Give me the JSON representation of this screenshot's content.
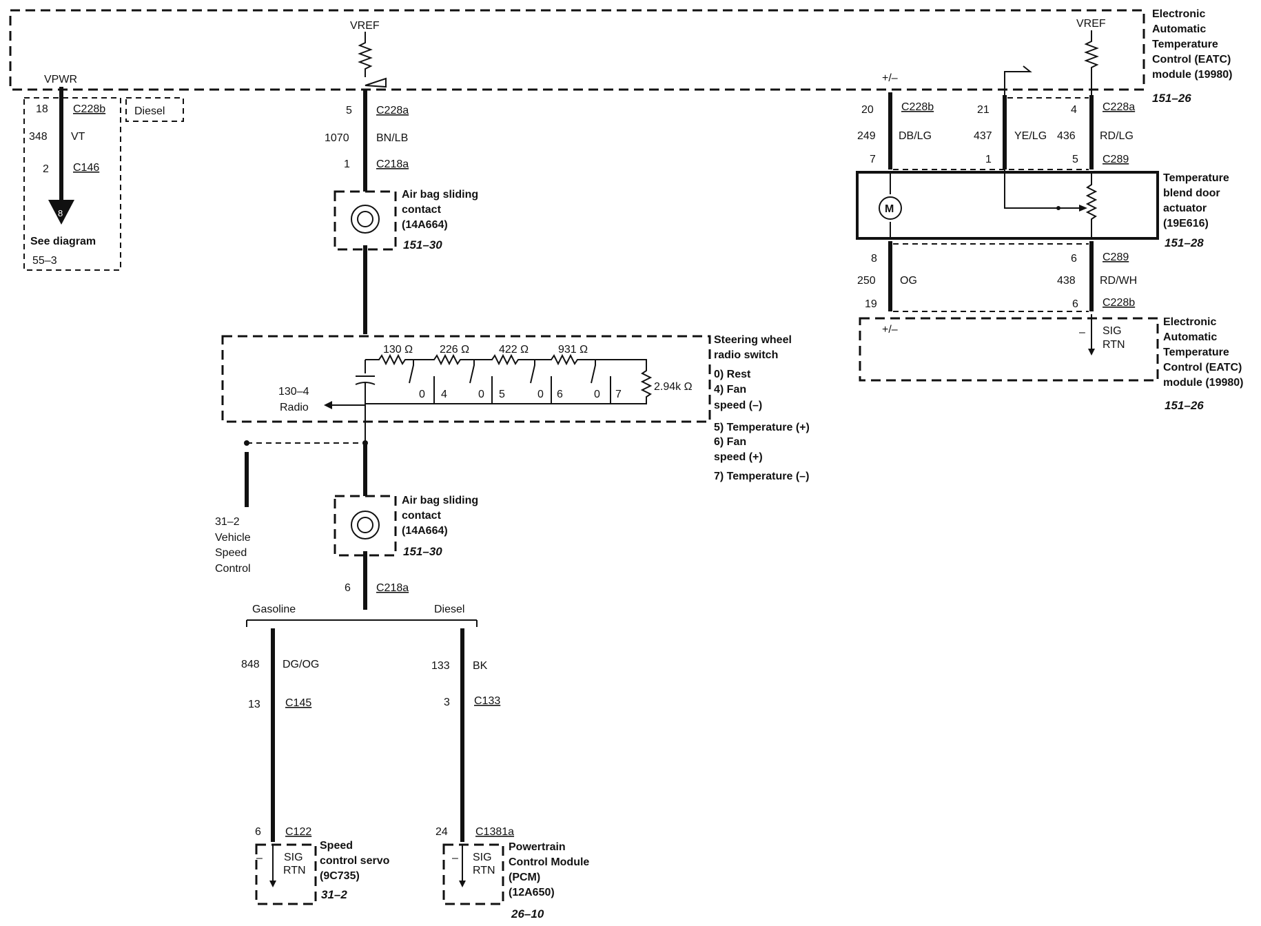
{
  "modules": {
    "eatc_top": {
      "lines": [
        "Electronic",
        "Automatic",
        "Temperature",
        "Control (EATC)",
        "module (19980)"
      ],
      "ref": "151–26"
    },
    "eatc_bottom": {
      "lines": [
        "Electronic",
        "Automatic",
        "Temperature",
        "Control (EATC)",
        "module (19980)"
      ],
      "ref": "151–26"
    },
    "blend_door": {
      "lines": [
        "Temperature",
        "blend door",
        "actuator",
        "(19E616)"
      ],
      "ref": "151–28",
      "motor": "M"
    },
    "airbag_upper": {
      "lines": [
        "Air bag sliding",
        "contact",
        "(14A664)"
      ],
      "ref": "151–30"
    },
    "airbag_lower": {
      "lines": [
        "Air bag sliding",
        "contact",
        "(14A664)"
      ],
      "ref": "151–30"
    },
    "speed_servo": {
      "lines": [
        "Speed",
        "control servo",
        "(9C735)"
      ],
      "ref": "31–2"
    },
    "pcm": {
      "lines": [
        "Powertrain",
        "Control Module",
        "(PCM)",
        "(12A650)"
      ],
      "ref": "26–10"
    },
    "radio_switch": {
      "title": [
        "Steering wheel",
        "radio switch"
      ],
      "legend": [
        "0) Rest",
        "4) Fan",
        "speed (–)",
        "5) Temperature (+)",
        "6) Fan",
        "speed (+)",
        "7) Temperature (–)"
      ],
      "resistors": [
        "130 Ω",
        "226 Ω",
        "422 Ω",
        "931 Ω",
        "2.94k Ω"
      ],
      "positions": [
        "0",
        "4",
        "0",
        "5",
        "0",
        "6",
        "0",
        "7"
      ],
      "radio_ref": "130–4",
      "radio_label": "Radio"
    }
  },
  "labels": {
    "vpwr": "VPWR",
    "vref1": "VREF",
    "vref2": "VREF",
    "diesel_tag": "Diesel",
    "see_diagram": "See diagram",
    "see_diagram_ref": "55–3",
    "arrow_letter": "8",
    "plus_minus_1": "+/–",
    "plus_minus_2": "+/–",
    "minus": "–",
    "sig": "SIG",
    "rtn": "RTN",
    "gasoline": "Gasoline",
    "diesel": "Diesel",
    "vsc_ref": "31–2",
    "vsc_lines": [
      "Vehicle",
      "Speed",
      "Control"
    ]
  },
  "circuits": {
    "vpwr": {
      "pin_top": "18",
      "conn_top": "C228b",
      "circuit": "348",
      "color": "VT",
      "pin_bottom": "2",
      "conn_bottom": "C146"
    },
    "main": {
      "pin_top": "5",
      "conn_top": "C228a",
      "circuit": "1070",
      "color": "BN/LB",
      "pin_bottom": "1",
      "conn_bottom": "C218a",
      "pin_lower": "6",
      "conn_lower": "C218a"
    },
    "gas": {
      "circuit": "848",
      "color": "DG/OG",
      "pin1": "13",
      "conn1": "C145",
      "pin2": "6",
      "conn2": "C122"
    },
    "diesel": {
      "circuit": "133",
      "color": "BK",
      "pin1": "3",
      "conn1": "C133",
      "pin2": "24",
      "conn2": "C1381a"
    },
    "c249": {
      "pin_top": "20",
      "conn_top": "C228b",
      "circuit": "249",
      "color": "DB/LG",
      "pin_bottom": "7"
    },
    "c437": {
      "pin_top": "21",
      "circuit": "437",
      "color": "YE/LG",
      "pin_bottom": "1"
    },
    "c436": {
      "pin_top": "4",
      "conn_top": "C228a",
      "circuit": "436",
      "color": "RD/LG",
      "pin_bottom": "5",
      "conn_bottom": "C289"
    },
    "c250": {
      "pin_top": "8",
      "circuit": "250",
      "color": "OG",
      "pin_bottom": "19"
    },
    "c438": {
      "pin_top": "6",
      "conn_top": "C289",
      "circuit": "438",
      "color": "RD/WH",
      "pin_bottom": "6",
      "conn_bottom": "C228b"
    }
  }
}
